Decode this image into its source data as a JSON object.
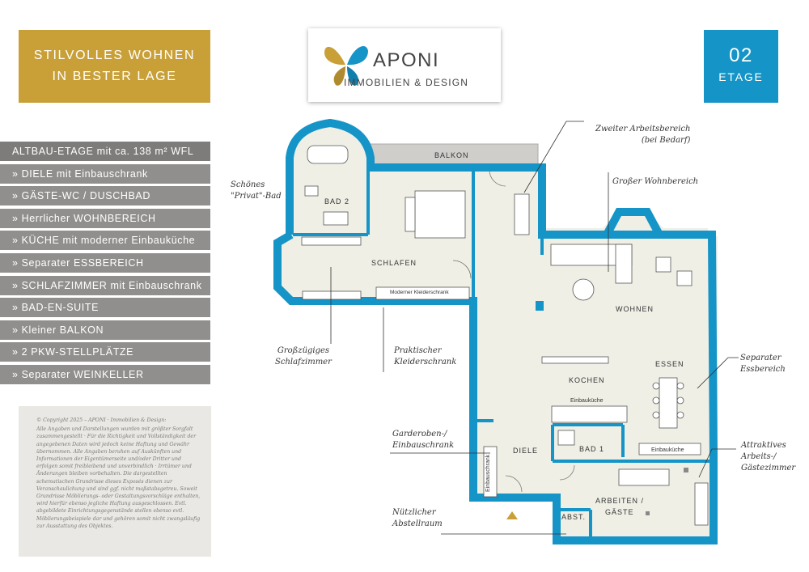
{
  "header": {
    "gold_line1": "STILVOLLES WOHNEN",
    "gold_line2": "IN BESTER LAGE",
    "logo_name": "APONI",
    "logo_sub": "IMMOBILIEN & DESIGN",
    "floor_number": "02",
    "floor_label": "ETAGE"
  },
  "features": [
    "ALTBAU-ETAGE mit ca. 138 m² WFL",
    "» DIELE mit Einbauschrank",
    "» GÄSTE-WC / DUSCHBAD",
    "» Herrlicher WOHNBEREICH",
    "» KÜCHE mit moderner Einbauküche",
    "» Separater ESSBEREICH",
    "» SCHLAFZIMMER mit Einbauschrank",
    "» BAD-EN-SUITE",
    "» Kleiner BALKON",
    "» 2 PKW-STELLPLÄTZE",
    "» Separater WEINKELLER"
  ],
  "copyright": {
    "title": "© Copyright 2025 – APONI · Immobilien & Design:",
    "body": "Alle Angaben und Darstellungen wurden mit größter Sorgfalt zusammengestellt · Für die Richtigkeit und Vollständigkeit der angegebenen Daten wird jedoch keine Haftung und Gewähr übernommen. Alle Angaben beruhen auf Auskünften und Informationen der Eigentümerseite und/oder Dritter und erfolgen somit freibleibend und unverbindlich · Irrtümer und Änderungen bleiben vorbehalten. Die dargestellten schematischen Grundrisse dieses Exposés dienen zur Veranschaulichung und sind ggf. nicht maßstabsgetreu. Soweit Grundrisse Möblierungs- oder Gestaltungsvorschläge enthalten, wird hierfür ebenso jegliche Haftung ausgeschlossen. Evtl. abgebildete Einrichtungsgegenstände stellen ebenso evtl. Möblierungsbeispiele dar und gehören somit nicht zwangsläufig zur Ausstattung des Objektes."
  },
  "rooms": {
    "balkon": "BALKON",
    "bad2": "BAD 2",
    "schlafen": "SCHLAFEN",
    "wohnen": "WOHNEN",
    "kochen": "KOCHEN",
    "essen": "ESSEN",
    "diele": "DIELE",
    "bad1": "BAD 1",
    "arbeiten1": "ARBEITEN /",
    "arbeiten2": "GÄSTE",
    "abst": "ABST.",
    "einbaukueche1": "Einbauküche",
    "einbaukueche2": "Einbauküche",
    "kleiderschrank": "Moderner Kleiderschrank",
    "einbauschrank": "Einbauschrank"
  },
  "notes": {
    "privat_bad1": "Schönes",
    "privat_bad2": "\"Privat\"-Bad",
    "zweiter1": "Zweiter Arbeitsbereich",
    "zweiter2": "(bei Bedarf)",
    "wohnbereich": "Großer Wohnbereich",
    "schlaf1": "Großzügiges",
    "schlaf2": "Schlafzimmer",
    "kleider1": "Praktischer",
    "kleider2": "Kleiderschrank",
    "ess1": "Separater",
    "ess2": "Essbereich",
    "garde1": "Garderoben-/",
    "garde2": "Einbauschrank",
    "gaeste1": "Attraktives",
    "gaeste2": "Arbeits-/",
    "gaeste3": "Gästezimmer",
    "abstell1": "Nützlicher",
    "abstell2": "Abstellraum"
  },
  "colors": {
    "gold": "#c9a038",
    "blue": "#1594c7",
    "grey_bar": "#918f8d",
    "floor": "#f0efe6"
  }
}
